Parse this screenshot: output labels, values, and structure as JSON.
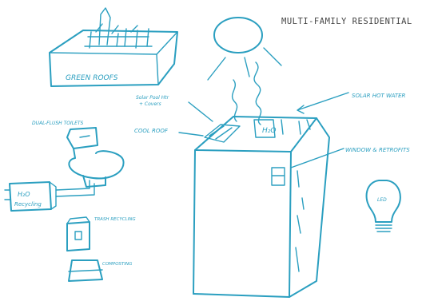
{
  "title": "MULTI-FAMILY RESIDENTIAL",
  "labels": {
    "green_roofs": "GREEN ROOFS",
    "dual_flush_toilets": "DUAL-FLUSH TOILETS",
    "h2o_recycling_line1": "H₂O",
    "h2o_recycling_line2": "Recycling",
    "trash_recycling": "TRASH RECYCLING",
    "composting": "COMPOSTING",
    "solar_pool_htr_line1": "Solar Pool Htr",
    "solar_pool_htr_line2": "+ Covers",
    "cool_roof": "COOL ROOF",
    "solar_hot_water": "SOLAR HOT WATER",
    "windows_retrofits": "WINDOW & RETROFITS",
    "h2o_tank": "H₂O",
    "led": "LED"
  },
  "colors": {
    "ink": "#2b9fc0",
    "title_ink": "#444444",
    "background": "#ffffff"
  }
}
